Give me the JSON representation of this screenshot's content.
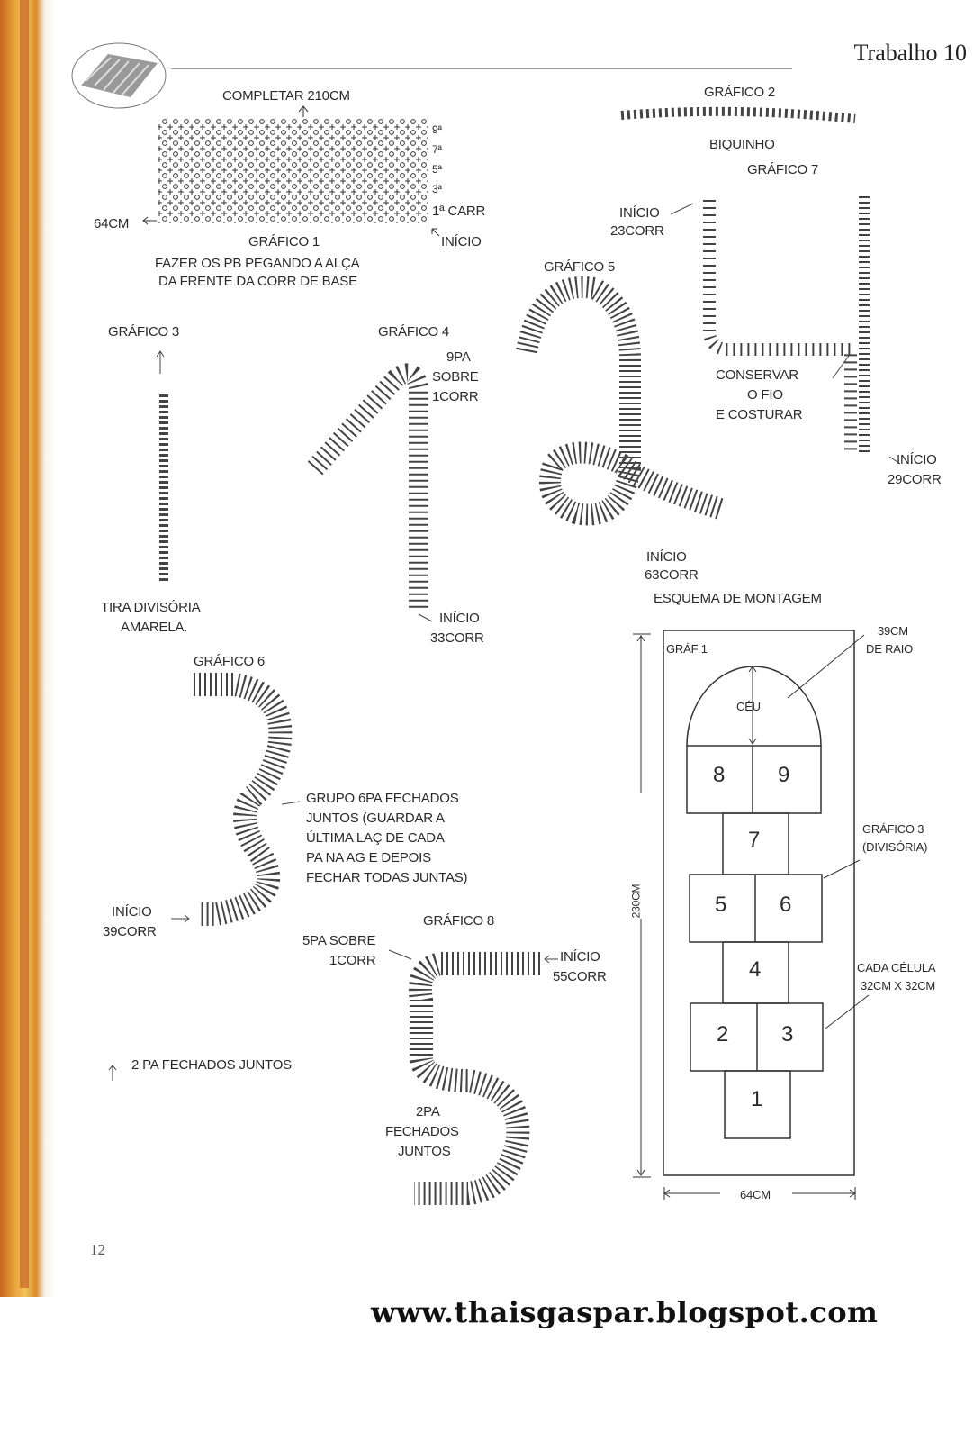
{
  "header": {
    "title": "Trabalho 10",
    "page_number": "12"
  },
  "grafico1": {
    "top_note": "COMPLETAR 210CM",
    "row_labels": [
      "9ª",
      "7ª",
      "5ª",
      "3ª",
      "1ª CARR"
    ],
    "width_label": "64CM",
    "start": "INÍCIO",
    "title": "GRÁFICO 1",
    "note_line1": "FAZER OS PB PEGANDO A ALÇA",
    "note_line2": "DA FRENTE DA CORR DE BASE"
  },
  "grafico2": {
    "title": "GRÁFICO 2",
    "caption": "BIQUINHO"
  },
  "grafico7": {
    "title": "GRÁFICO 7",
    "start1_a": "INÍCIO",
    "start1_b": "23CORR",
    "note_a": "CONSERVAR",
    "note_b": "O FIO",
    "note_c": "E COSTURAR",
    "start2_a": "INÍCIO",
    "start2_b": "29CORR"
  },
  "grafico3": {
    "title": "GRÁFICO 3",
    "caption_a": "TIRA DIVISÓRIA",
    "caption_b": "AMARELA."
  },
  "grafico4": {
    "title": "GRÁFICO 4",
    "note_a": "9PA",
    "note_b": "SOBRE",
    "note_c": "1CORR",
    "start_a": "INÍCIO",
    "start_b": "33CORR"
  },
  "grafico5": {
    "title": "GRÁFICO 5",
    "start_a": "INÍCIO",
    "start_b": "63CORR"
  },
  "grafico6": {
    "title": "GRÁFICO 6",
    "note": [
      "GRUPO 6PA  FECHADOS",
      "JUNTOS (GUARDAR A",
      "ÚLTIMA LAÇ DE CADA",
      "PA NA AG E DEPOIS",
      "FECHAR TODAS JUNTAS)"
    ],
    "start_a": "INÍCIO",
    "start_b": "39CORR"
  },
  "grafico8": {
    "title": "GRÁFICO 8",
    "note_a": "5PA SOBRE",
    "note_b": "1CORR",
    "start_a": "INÍCIO",
    "start_b": "55CORR",
    "mid_a": "2PA",
    "mid_b": "FECHADOS",
    "mid_c": "JUNTOS"
  },
  "legend": {
    "symbol": "⍑",
    "text": "2 PA FECHADOS JUNTOS"
  },
  "esquema": {
    "title": "ESQUEMA DE MONTAGEM",
    "graf_label": "GRÁF 1",
    "sky": "CÉU",
    "radius_a": "39CM",
    "radius_b": "DE RAIO",
    "height": "230CM",
    "width": "64CM",
    "divider_a": "GRÁFICO 3",
    "divider_b": "(DIVISÓRIA)",
    "cell_a": "CADA CÉLULA",
    "cell_b": "32CM X 32CM",
    "cells": [
      "1",
      "2",
      "3",
      "4",
      "5",
      "6",
      "7",
      "8",
      "9"
    ]
  },
  "footer": {
    "url": "www.thaisgaspar.blogspot.com"
  }
}
